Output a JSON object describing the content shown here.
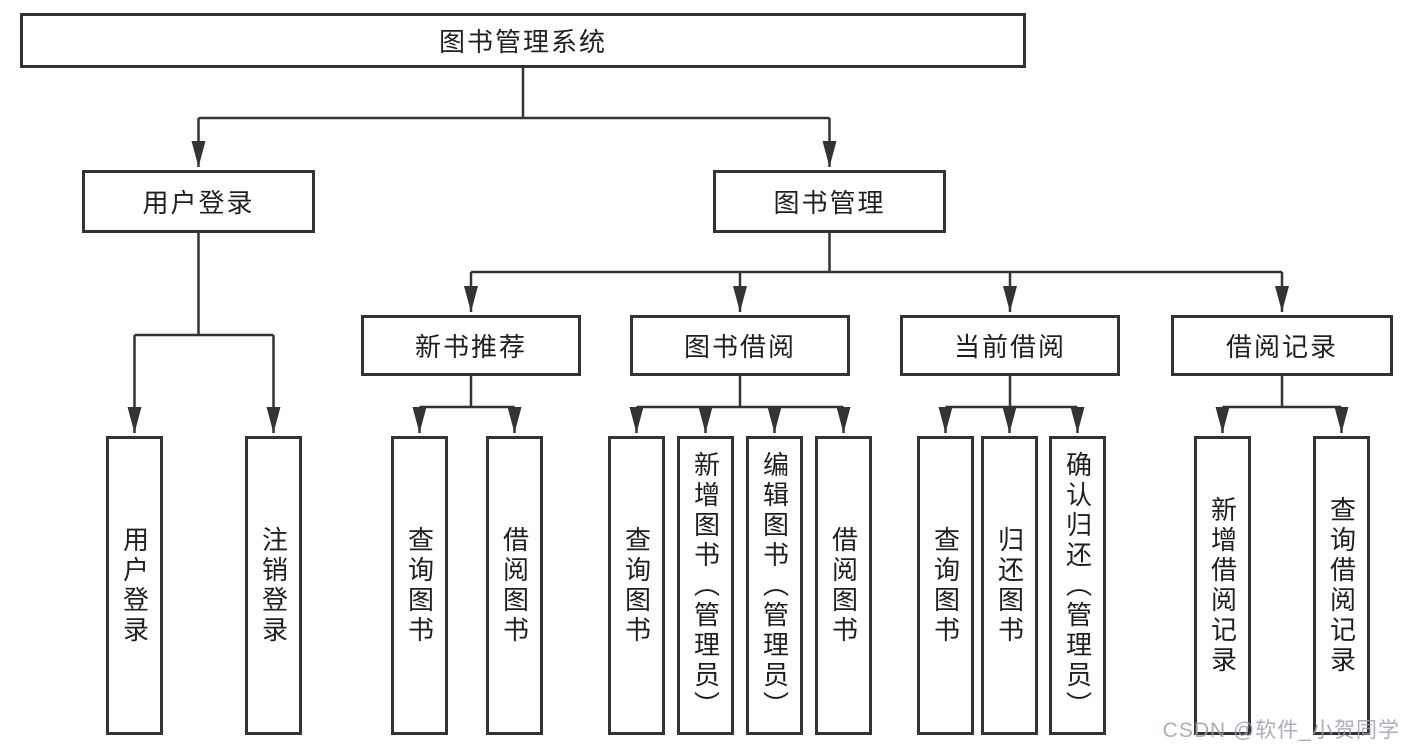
{
  "tree": {
    "label": "图书管理系统",
    "children": [
      {
        "label": "用户登录",
        "children": [
          {
            "label": "用户登录"
          },
          {
            "label": "注销登录"
          }
        ]
      },
      {
        "label": "图书管理",
        "children": [
          {
            "label": "新书推荐",
            "children": [
              {
                "label": "查询图书"
              },
              {
                "label": "借阅图书"
              }
            ]
          },
          {
            "label": "图书借阅",
            "children": [
              {
                "label": "查询图书"
              },
              {
                "label": "新增图书（管理员）"
              },
              {
                "label": "编辑图书（管理员）"
              },
              {
                "label": "借阅图书"
              }
            ]
          },
          {
            "label": "当前借阅",
            "children": [
              {
                "label": "查询图书"
              },
              {
                "label": "归还图书"
              },
              {
                "label": "确认归还（管理员）"
              }
            ]
          },
          {
            "label": "借阅记录",
            "children": [
              {
                "label": "新增借阅记录"
              },
              {
                "label": "查询借阅记录"
              }
            ]
          }
        ]
      }
    ]
  },
  "watermark": {
    "text": "CSDN @软件_小贺同学"
  },
  "colors": {
    "line": "#333333",
    "box_border": "#333333",
    "text": "#1f1f1f",
    "watermark": "#9ba1aa",
    "background": "#ffffff"
  }
}
